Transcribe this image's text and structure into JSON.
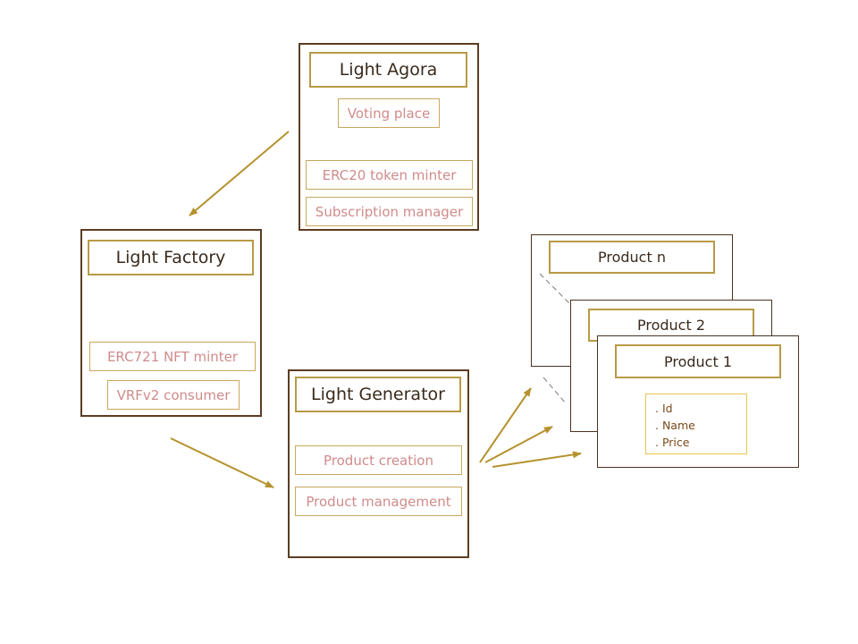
{
  "agora": {
    "title": "Light Agora",
    "tags": [
      "Voting place",
      "ERC20 token minter",
      "Subscription manager"
    ]
  },
  "factory": {
    "title": "Light Factory",
    "tags": [
      "ERC721 NFT minter",
      "VRFv2 consumer"
    ]
  },
  "generator": {
    "title": "Light Generator",
    "tags": [
      "Product creation",
      "Product management"
    ]
  },
  "products": {
    "n": "Product n",
    "two": "Product 2",
    "one": "Product 1",
    "fields": [
      ". Id",
      ". Name",
      ". Price"
    ]
  },
  "colors": {
    "panel_border": "#5c3d22",
    "title_border": "#b89a45",
    "tag_text": "#d08b8b",
    "arrow": "#b5922e"
  }
}
